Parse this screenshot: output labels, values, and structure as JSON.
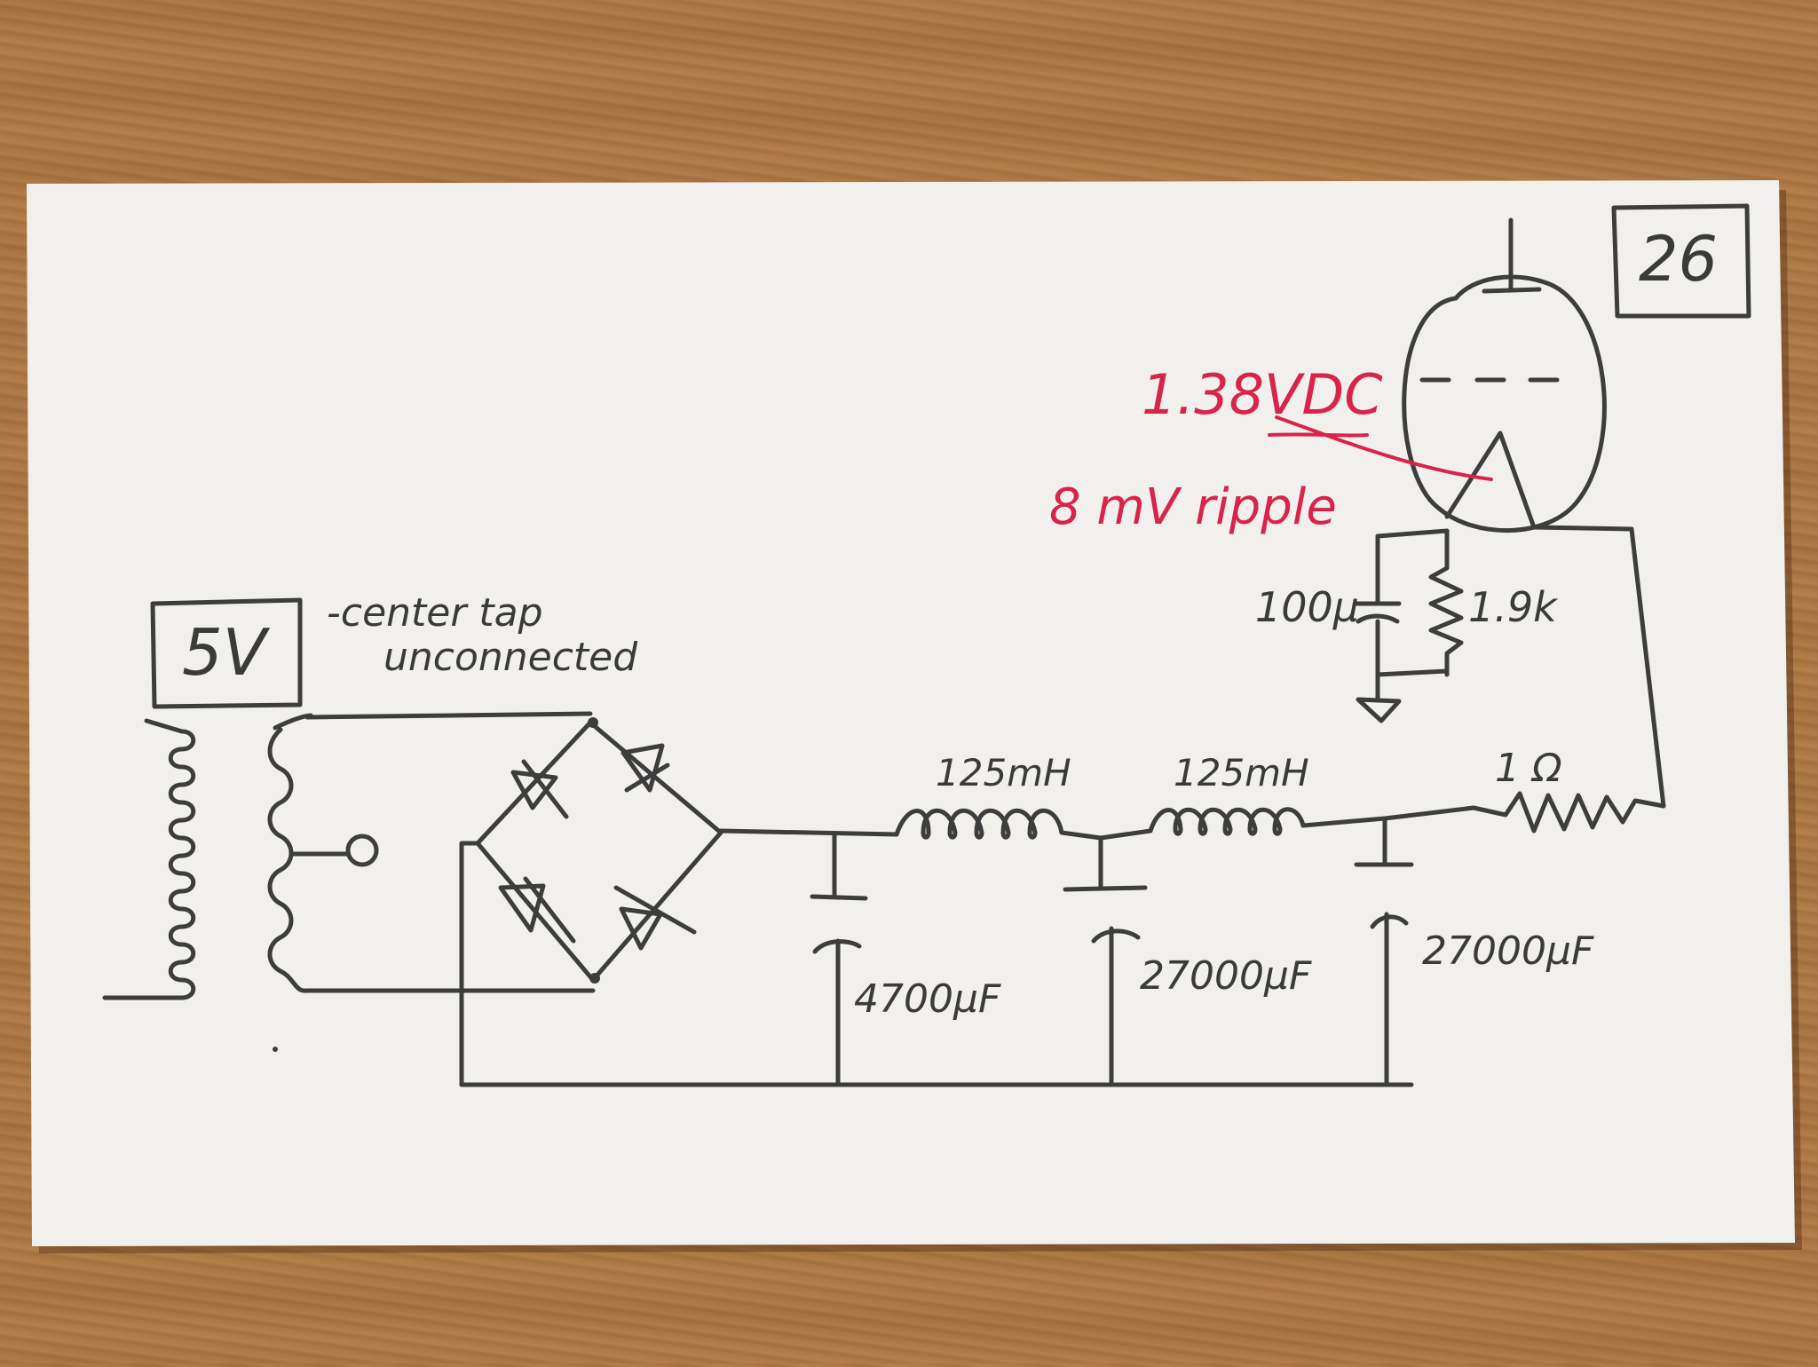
{
  "labels": {
    "tube_number": "26",
    "transformer_voltage": "5V",
    "note_line1": "-center tap",
    "note_line2": "unconnected",
    "dc_voltage": "1.38VDC",
    "ripple": "8 mV ripple",
    "bypass_cap": "100µ",
    "cathode_resistor": "1.9k",
    "choke1": "125mH",
    "choke2": "125mH",
    "series_resistor": "1 Ω",
    "cap1": "4700µF",
    "cap2": "27000µF",
    "cap3": "27000µF"
  },
  "colors": {
    "pencil": "#3d3d3d",
    "red_ink": "#d8244a",
    "paper": "#f1f0ec",
    "wood": "#b07a45"
  }
}
